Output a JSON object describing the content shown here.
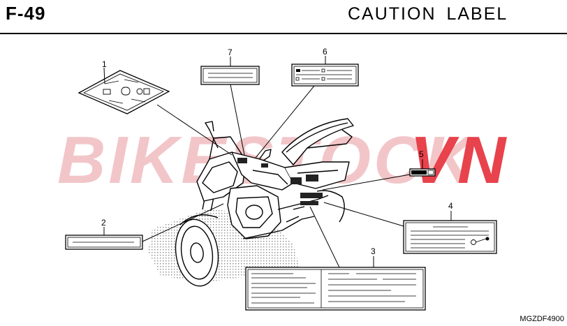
{
  "header": {
    "figure_code": "F-49",
    "title": "CAUTION  LABEL"
  },
  "watermark": {
    "part1": "BIKESTOCK",
    "part2": "VN",
    "color1": "#f2c6c9",
    "color2": "#e8424c"
  },
  "callouts": [
    "1",
    "2",
    "3",
    "4",
    "5",
    "6",
    "7"
  ],
  "drawing_code": "MGZDF4900"
}
